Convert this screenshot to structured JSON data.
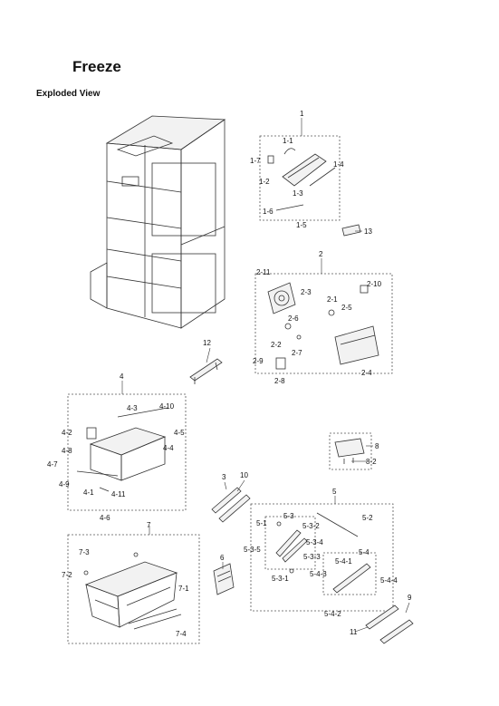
{
  "header": {
    "title": "Freeze",
    "subtitle": "Exploded View"
  },
  "labels": [
    {
      "id": "l1",
      "text": "1"
    },
    {
      "id": "l1_1",
      "text": "1-1"
    },
    {
      "id": "l1_7",
      "text": "1-7"
    },
    {
      "id": "l1_4",
      "text": "1-4"
    },
    {
      "id": "l1_2",
      "text": "1-2"
    },
    {
      "id": "l1_3",
      "text": "1-3"
    },
    {
      "id": "l1_6",
      "text": "1-6"
    },
    {
      "id": "l1_5",
      "text": "1-5"
    },
    {
      "id": "l13",
      "text": "13"
    },
    {
      "id": "l2",
      "text": "2"
    },
    {
      "id": "l2_11",
      "text": "2-11"
    },
    {
      "id": "l2_10",
      "text": "2-10"
    },
    {
      "id": "l2_3",
      "text": "2-3"
    },
    {
      "id": "l2_1",
      "text": "2-1"
    },
    {
      "id": "l2_5",
      "text": "2-5"
    },
    {
      "id": "l2_6",
      "text": "2-6"
    },
    {
      "id": "l2_2",
      "text": "2-2"
    },
    {
      "id": "l2_7",
      "text": "2-7"
    },
    {
      "id": "l2_9",
      "text": "2-9"
    },
    {
      "id": "l2_4",
      "text": "2-4"
    },
    {
      "id": "l2_8",
      "text": "2-8"
    },
    {
      "id": "l12",
      "text": "12"
    },
    {
      "id": "l4",
      "text": "4"
    },
    {
      "id": "l4_3",
      "text": "4-3"
    },
    {
      "id": "l4_10",
      "text": "4-10"
    },
    {
      "id": "l4_2",
      "text": "4-2"
    },
    {
      "id": "l4_5",
      "text": "4-5"
    },
    {
      "id": "l4_8",
      "text": "4-8"
    },
    {
      "id": "l4_4",
      "text": "4-4"
    },
    {
      "id": "l4_7",
      "text": "4-7"
    },
    {
      "id": "l4_9",
      "text": "4-9"
    },
    {
      "id": "l4_1",
      "text": "4-1"
    },
    {
      "id": "l4_11",
      "text": "4-11"
    },
    {
      "id": "l4_6",
      "text": "4-6"
    },
    {
      "id": "l8",
      "text": "8"
    },
    {
      "id": "l8_2",
      "text": "8-2"
    },
    {
      "id": "l3",
      "text": "3"
    },
    {
      "id": "l10",
      "text": "10"
    },
    {
      "id": "l5",
      "text": "5"
    },
    {
      "id": "l5_1",
      "text": "5-1"
    },
    {
      "id": "l5_3",
      "text": "5-3"
    },
    {
      "id": "l5_3_2",
      "text": "5-3-2"
    },
    {
      "id": "l5_2",
      "text": "5-2"
    },
    {
      "id": "l5_3_4",
      "text": "5-3-4"
    },
    {
      "id": "l5_3_5",
      "text": "5-3-5"
    },
    {
      "id": "l5_3_3",
      "text": "5-3-3"
    },
    {
      "id": "l5_4",
      "text": "5-4"
    },
    {
      "id": "l5_4_1",
      "text": "5-4-1"
    },
    {
      "id": "l5_3_1",
      "text": "5-3-1"
    },
    {
      "id": "l5_4_3",
      "text": "5-4-3"
    },
    {
      "id": "l5_4_4",
      "text": "5-4-4"
    },
    {
      "id": "l5_4_2",
      "text": "5-4-2"
    },
    {
      "id": "l7",
      "text": "7"
    },
    {
      "id": "l7_3",
      "text": "7-3"
    },
    {
      "id": "l7_2",
      "text": "7-2"
    },
    {
      "id": "l7_1",
      "text": "7-1"
    },
    {
      "id": "l7_4",
      "text": "7-4"
    },
    {
      "id": "l6",
      "text": "6"
    },
    {
      "id": "l9",
      "text": "9"
    },
    {
      "id": "l11",
      "text": "11"
    }
  ]
}
